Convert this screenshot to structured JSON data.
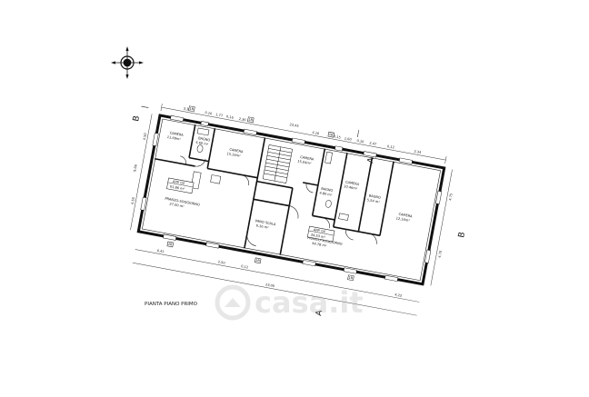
{
  "plan": {
    "title": "PIANTA PIANO PRIMO",
    "section_a": "A",
    "section_b": "B",
    "watermark": "casa.it"
  },
  "apartments": [
    {
      "name": "APP. 03",
      "area": "61,86 m²"
    },
    {
      "name": "APP. 04",
      "area": "34,53 m²"
    }
  ],
  "rooms": [
    {
      "name": "CAMERA",
      "area": "11,69m²"
    },
    {
      "name": "BAGNO",
      "area": "4,60 m²"
    },
    {
      "name": "CAMERA",
      "area": "15,16m²"
    },
    {
      "name": "PRANZO-SOGGIORNO",
      "area": "27,00 m²"
    },
    {
      "name": "VANO SCALA",
      "area": "6,16 m²"
    },
    {
      "name": "CAMERA",
      "area": "15,04m²"
    },
    {
      "name": "BAGNO",
      "area": "4,80 m²"
    },
    {
      "name": "PRANZO-SOGGIORNO",
      "area": "44,78 m²"
    },
    {
      "name": "CAMERA",
      "area": "10,46m²"
    },
    {
      "name": "BAGNO",
      "area": "5,54 m²"
    },
    {
      "name": "CAMERA",
      "area": "12,16m²"
    }
  ],
  "dimensions": {
    "top": [
      "3,36",
      "0,16",
      "1,77",
      "0,16",
      "2,36",
      "23,45",
      "4,16",
      "0,15",
      "1,60",
      "0,16",
      "2,47",
      "0,12",
      "2,34"
    ],
    "bottom": [
      "6,41",
      "2,50",
      "0,12",
      "23,00",
      "4,22"
    ],
    "left": [
      "4,50",
      "9,66",
      "4,50"
    ],
    "right": [
      "4,75",
      "4,70"
    ]
  },
  "markers": [
    "1B",
    "1B",
    "1B",
    "1B",
    "1B",
    "1B"
  ]
}
